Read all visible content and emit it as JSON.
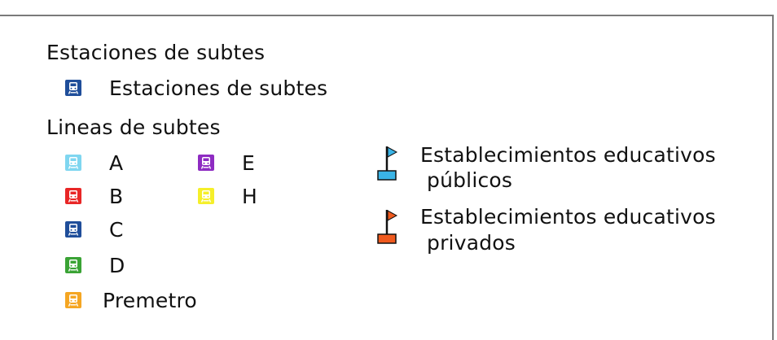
{
  "legend": {
    "stations_heading": "Estaciones de subtes",
    "stations_item": {
      "label": "Estaciones de subtes",
      "color": "#1f4e9a"
    },
    "lines_heading": "Lineas de subtes",
    "lines": [
      {
        "label": "A",
        "color": "#7fd6f0"
      },
      {
        "label": "B",
        "color": "#e82626"
      },
      {
        "label": "C",
        "color": "#1f4e9a"
      },
      {
        "label": "D",
        "color": "#3aa335"
      },
      {
        "label": "Premetro",
        "color": "#f5a623"
      },
      {
        "label": "E",
        "color": "#8e2bc2"
      },
      {
        "label": "H",
        "color": "#f5ef2a"
      }
    ],
    "schools": [
      {
        "line1": "Establecimientos educativos",
        "line2": "públicos",
        "color": "#3ab4e6"
      },
      {
        "line1": "Establecimientos educativos",
        "line2": "privados",
        "color": "#f05a1e"
      }
    ],
    "icon_names": [
      "subway-station-icon",
      "school-flag-icon"
    ]
  }
}
